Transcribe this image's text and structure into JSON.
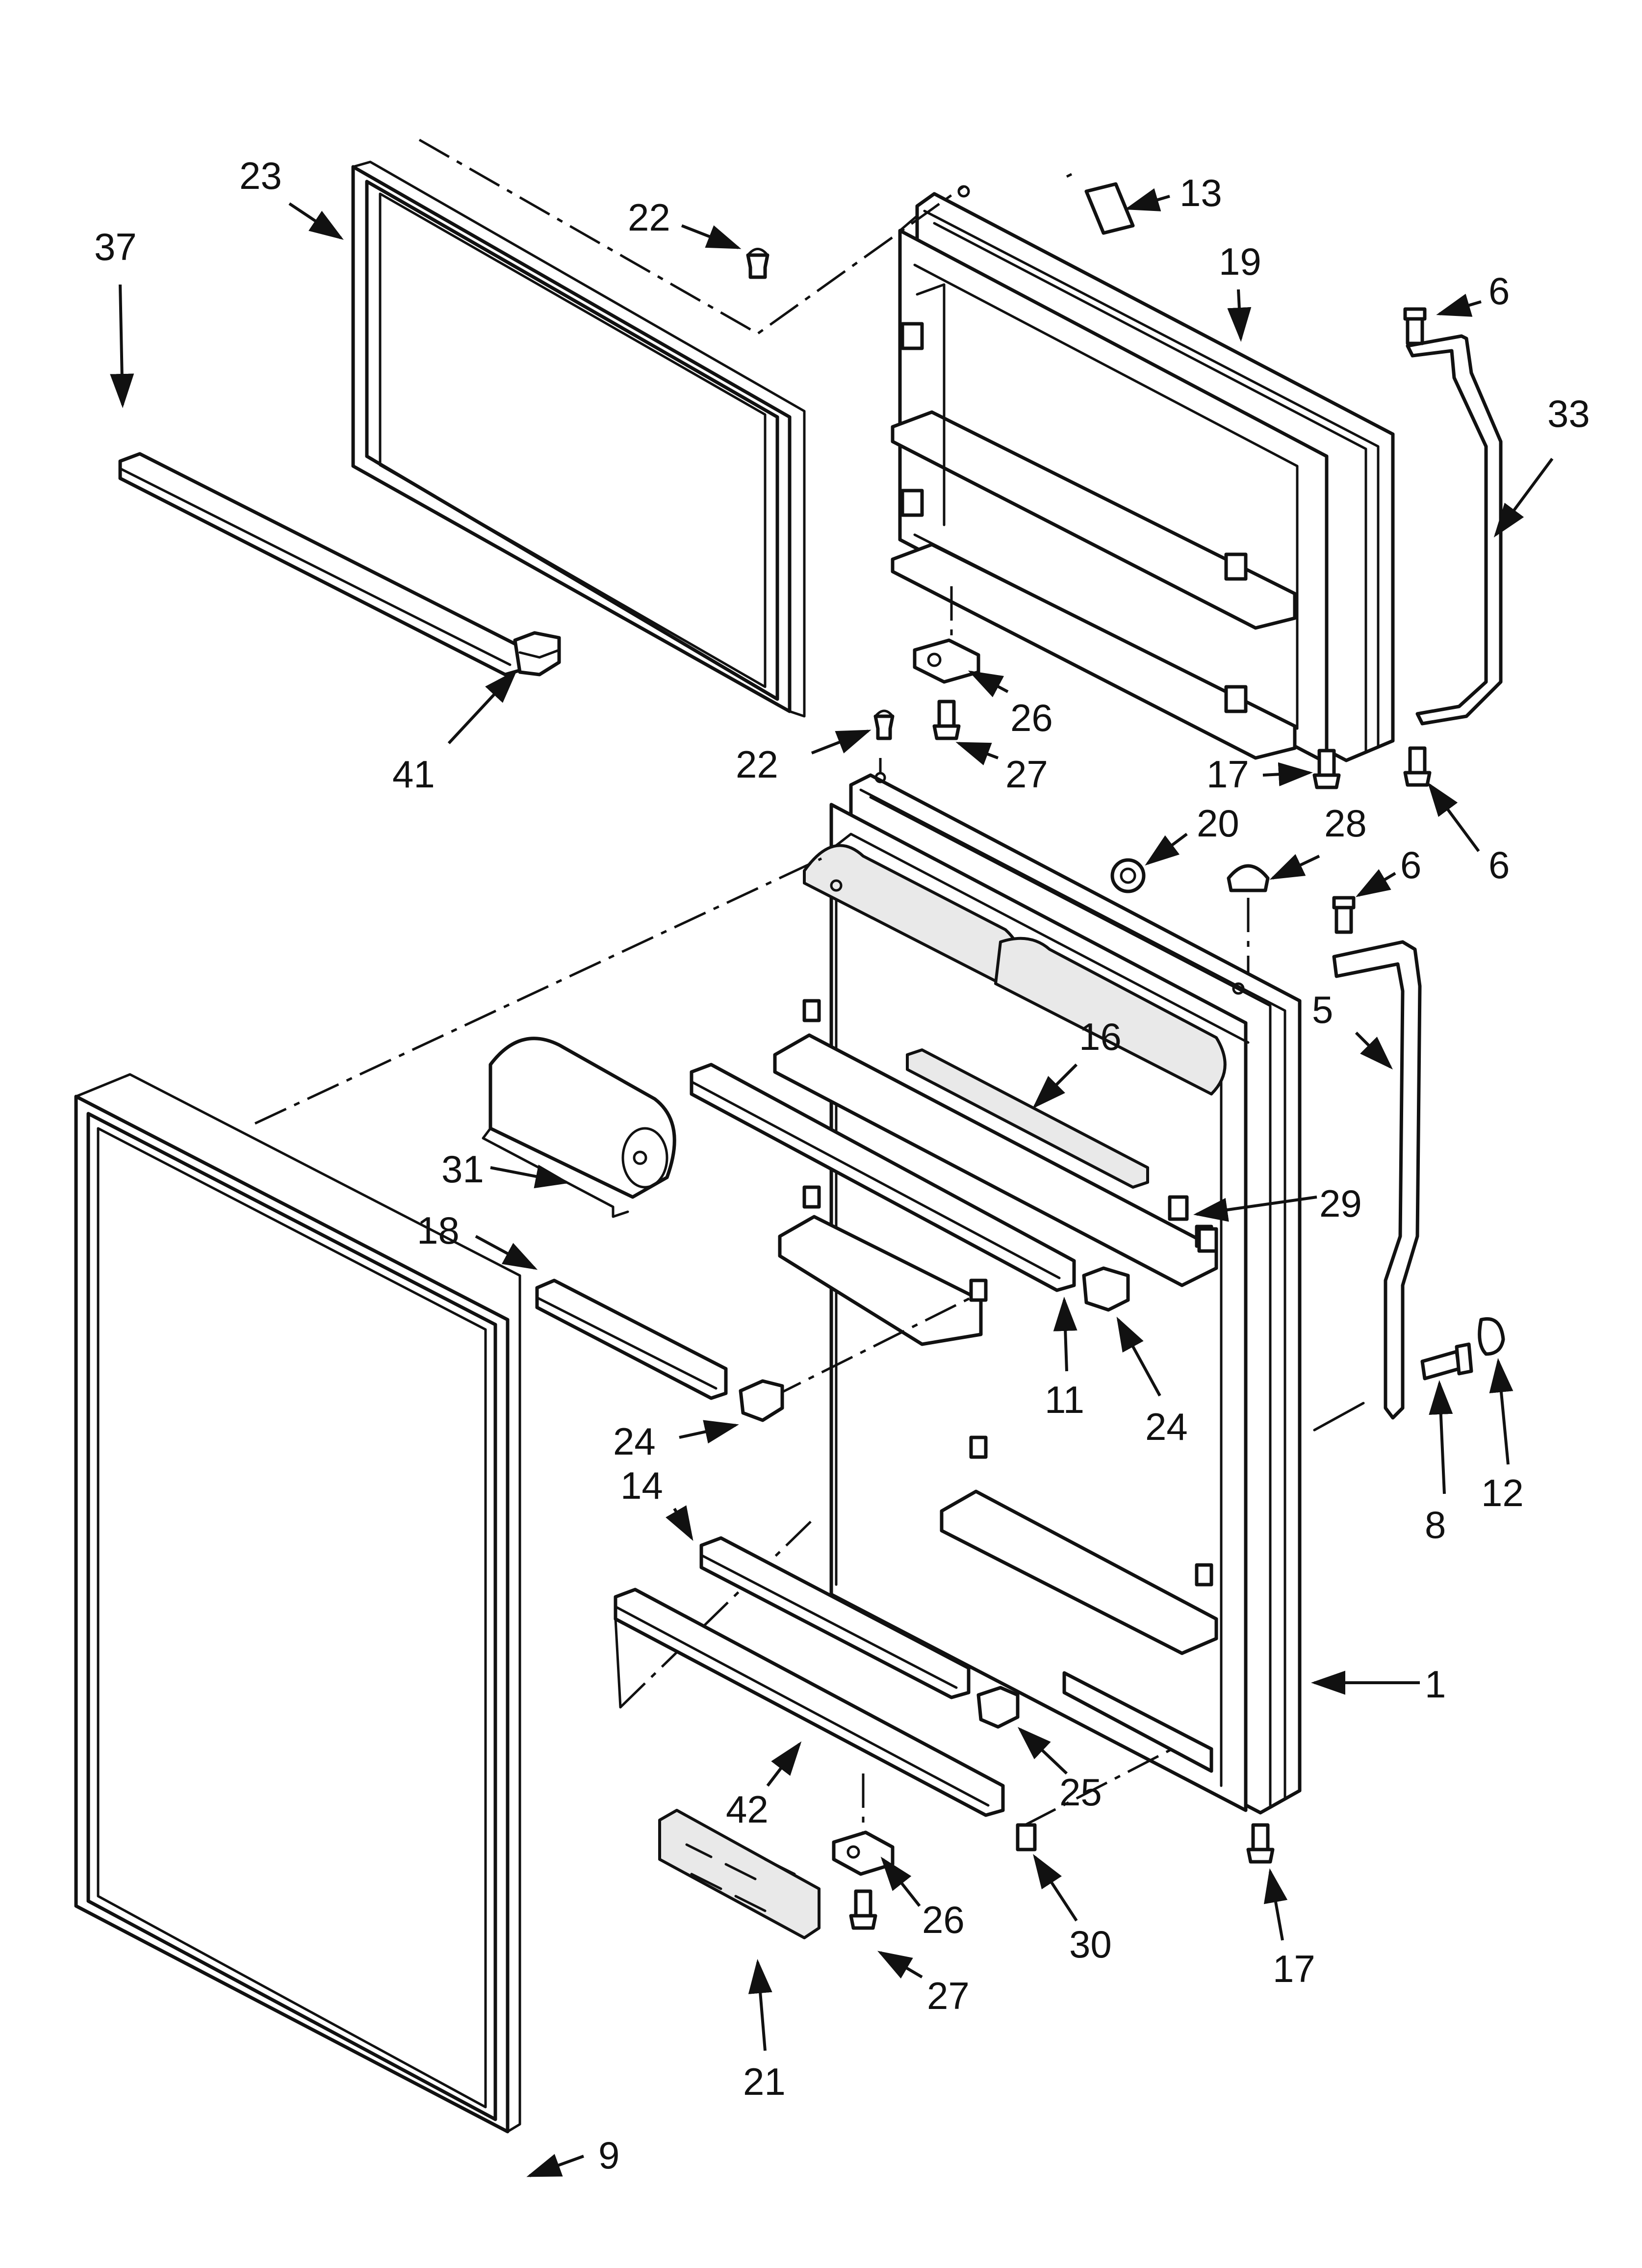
{
  "diagram": {
    "callouts": [
      {
        "id": "c23a",
        "label": "23"
      },
      {
        "id": "c37",
        "label": "37"
      },
      {
        "id": "c22a",
        "label": "22"
      },
      {
        "id": "c13",
        "label": "13"
      },
      {
        "id": "c19",
        "label": "19"
      },
      {
        "id": "c6a",
        "label": "6"
      },
      {
        "id": "c33",
        "label": "33"
      },
      {
        "id": "c41",
        "label": "41"
      },
      {
        "id": "c26a",
        "label": "26"
      },
      {
        "id": "c22b",
        "label": "22"
      },
      {
        "id": "c27a",
        "label": "27"
      },
      {
        "id": "c17a",
        "label": "17"
      },
      {
        "id": "c6b",
        "label": "6"
      },
      {
        "id": "c20",
        "label": "20"
      },
      {
        "id": "c28",
        "label": "28"
      },
      {
        "id": "c6c",
        "label": "6"
      },
      {
        "id": "c5",
        "label": "5"
      },
      {
        "id": "c16",
        "label": "16"
      },
      {
        "id": "c31",
        "label": "31"
      },
      {
        "id": "c29",
        "label": "29"
      },
      {
        "id": "c18",
        "label": "18"
      },
      {
        "id": "c11",
        "label": "11"
      },
      {
        "id": "c24a",
        "label": "24"
      },
      {
        "id": "c24b",
        "label": "24"
      },
      {
        "id": "c8",
        "label": "8"
      },
      {
        "id": "c12",
        "label": "12"
      },
      {
        "id": "c14",
        "label": "14"
      },
      {
        "id": "c1",
        "label": "1"
      },
      {
        "id": "c25",
        "label": "25"
      },
      {
        "id": "c42",
        "label": "42"
      },
      {
        "id": "c26b",
        "label": "26"
      },
      {
        "id": "c30",
        "label": "30"
      },
      {
        "id": "c17b",
        "label": "17"
      },
      {
        "id": "c27b",
        "label": "27"
      },
      {
        "id": "c21",
        "label": "21"
      },
      {
        "id": "c9",
        "label": "9"
      }
    ]
  }
}
